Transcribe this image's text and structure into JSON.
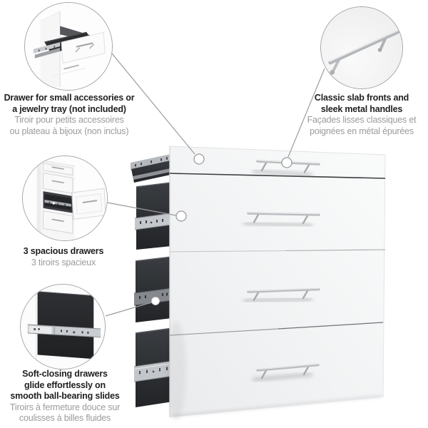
{
  "callouts": [
    {
      "id": "accessory-drawer",
      "en": [
        "Drawer for small accessories or",
        "a jewelry tray (not included)"
      ],
      "fr": [
        "Tiroir pour petits accessoires",
        "ou plateau à bijoux (non inclus)"
      ]
    },
    {
      "id": "slab-fronts-and-handles",
      "en": [
        "Classic slab fronts and",
        "sleek metal handles"
      ],
      "fr": [
        "Façades lisses classiques et",
        "poignées en métal épurées"
      ]
    },
    {
      "id": "spacious-drawers",
      "en": [
        "3 spacious drawers"
      ],
      "fr": [
        "3 tiroirs spacieux"
      ]
    },
    {
      "id": "soft-closing-slides",
      "en": [
        "Soft-closing drawers",
        "glide effortlessly on",
        "smooth ball-bearing slides"
      ],
      "fr": [
        "Tiroirs à fermeture douce sur",
        "coulisses à billes fluides"
      ]
    }
  ],
  "colors": {
    "background": "#ffffff",
    "text_primary": "#1f1f1f",
    "text_secondary": "#9b9b9b",
    "connector_line": "#9c9c9c",
    "bubble_border": "#a5a5a5",
    "cabinet_front": "#f3f4f5",
    "drawer_box": "#2b2e31",
    "metal_handle": "#b9bcbf"
  }
}
